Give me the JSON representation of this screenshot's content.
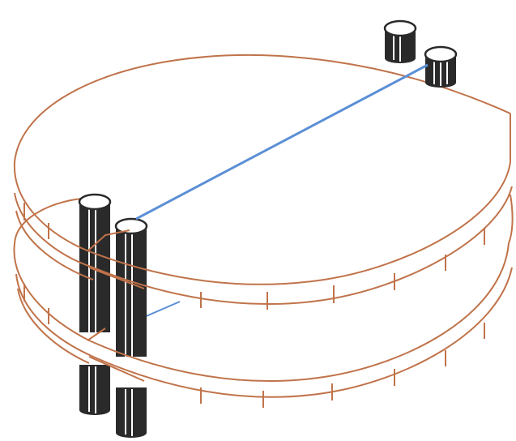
{
  "diagram": {
    "structure_count": 2,
    "colors": {
      "background": "#ffffff",
      "outline": "#c0734a",
      "connector_line": "#5b8fd6",
      "post_body": "#2a2a2a",
      "post_stripe": "#ffffff",
      "post_cap": "#ffffff"
    },
    "icons": [
      "tier-ring",
      "vertical-post",
      "connector-line"
    ]
  }
}
